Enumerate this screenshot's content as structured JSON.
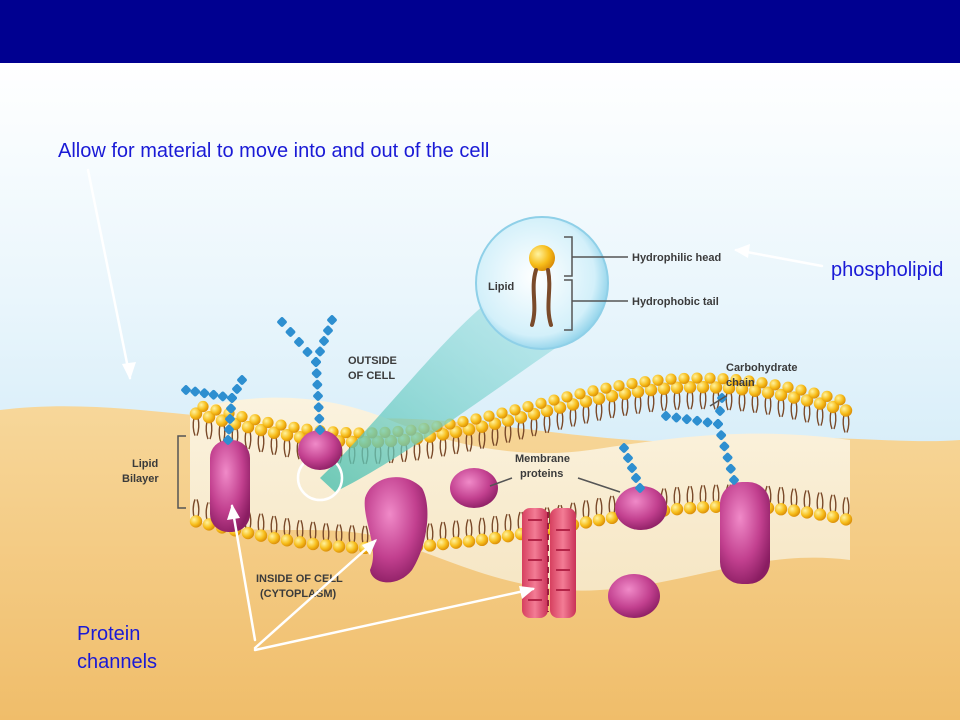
{
  "title_bar": {
    "color": "#000090"
  },
  "captions": {
    "main": "Allow for material to move into and out of the cell",
    "phospholipid": "phospholipid",
    "protein_line1": "Protein",
    "protein_line2": "channels"
  },
  "diagram": {
    "outside": [
      "OUTSIDE",
      "OF CELL"
    ],
    "inside": [
      "INSIDE OF CELL",
      "(CYTOPLASM)"
    ],
    "lipid_bilayer": [
      "Lipid",
      "Bilayer"
    ],
    "lipid": "Lipid",
    "hydrophilic_head": "Hydrophilic head",
    "hydrophobic_tail": "Hydrophobic tail",
    "carbohydrate_chain": [
      "Carbohydrate",
      "chain"
    ],
    "membrane_proteins": [
      "Membrane",
      "proteins"
    ]
  },
  "colors": {
    "caption": "#1a1ad6",
    "sky_top": "#ffffff",
    "sky_bottom": "#c9e7f5",
    "sand": "#f4c77f",
    "lipid_head": "#f6bd1e",
    "lipid_tail": "#7a4a2a",
    "protein": "#c2408f",
    "channel": "#e8577a",
    "carbohydrate": "#2e8fd0"
  }
}
